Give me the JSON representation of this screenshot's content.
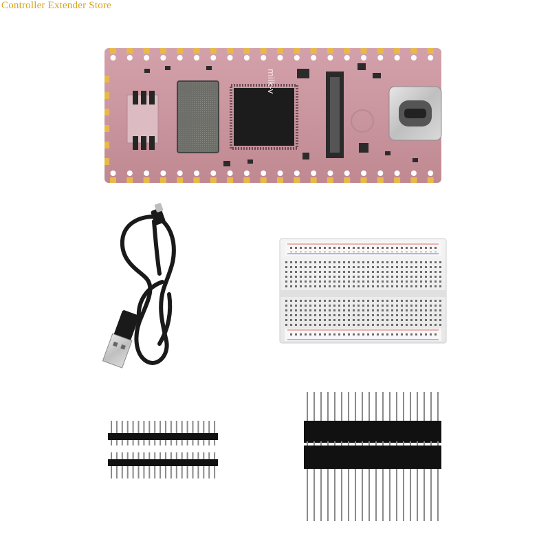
{
  "watermark": {
    "text": "Controller Extender Store",
    "color": "#d9a21b"
  },
  "board": {
    "silkscreen_logo": "milk-v",
    "pcb_color": "#c9959e"
  },
  "items": [
    {
      "name": "milk-v-duo-board"
    },
    {
      "name": "usb-type-c-cable"
    },
    {
      "name": "breadboard"
    },
    {
      "name": "pin-header-short-pair"
    },
    {
      "name": "pin-header-long-pair"
    }
  ]
}
